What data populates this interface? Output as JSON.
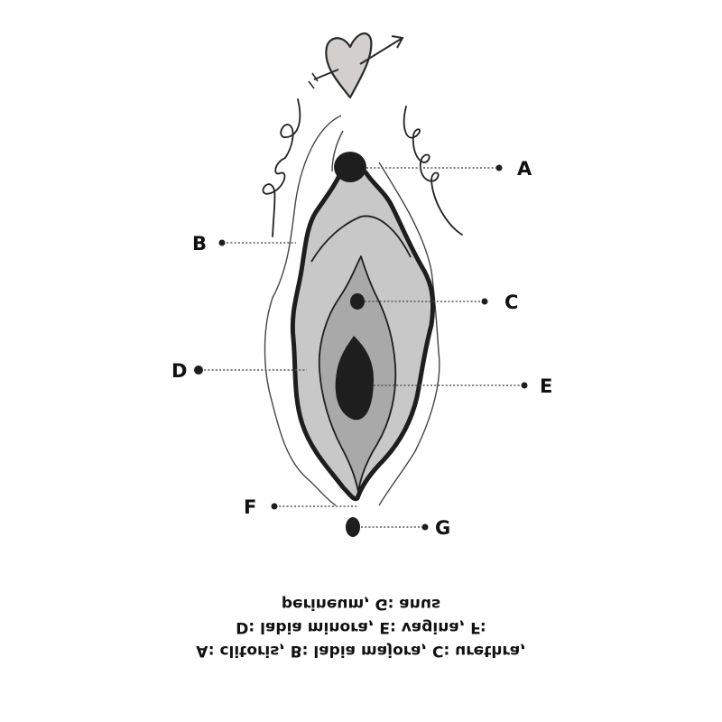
{
  "diagram": {
    "title_icon": "heart-with-arrow-icon",
    "colors": {
      "outline": "#1e1e1e",
      "labia_majora_fill": "#c8c8c8",
      "labia_minora_fill": "#a9a9a9",
      "opening_fill": "#1e1e1e",
      "heart_fill": "#d3cfcf",
      "hair_stroke": "#222222",
      "leader_line": "#555555"
    },
    "labels": [
      {
        "id": "A",
        "text": "A",
        "part": "clitoris"
      },
      {
        "id": "B",
        "text": "B",
        "part": "labia majora"
      },
      {
        "id": "C",
        "text": "C",
        "part": "urethra"
      },
      {
        "id": "D",
        "text": "D",
        "part": "labia minora"
      },
      {
        "id": "E",
        "text": "E",
        "part": "vagina"
      },
      {
        "id": "F",
        "text": "F",
        "part": "perineum"
      },
      {
        "id": "G",
        "text": "G",
        "part": "anus"
      }
    ],
    "caption_lines": [
      "A: clitoris, B: labia majora, C: urethra,",
      "D: labia minora, E: vagina, F:",
      "perineum, G: anus"
    ],
    "caption_orientation": "flipped-vertically"
  }
}
